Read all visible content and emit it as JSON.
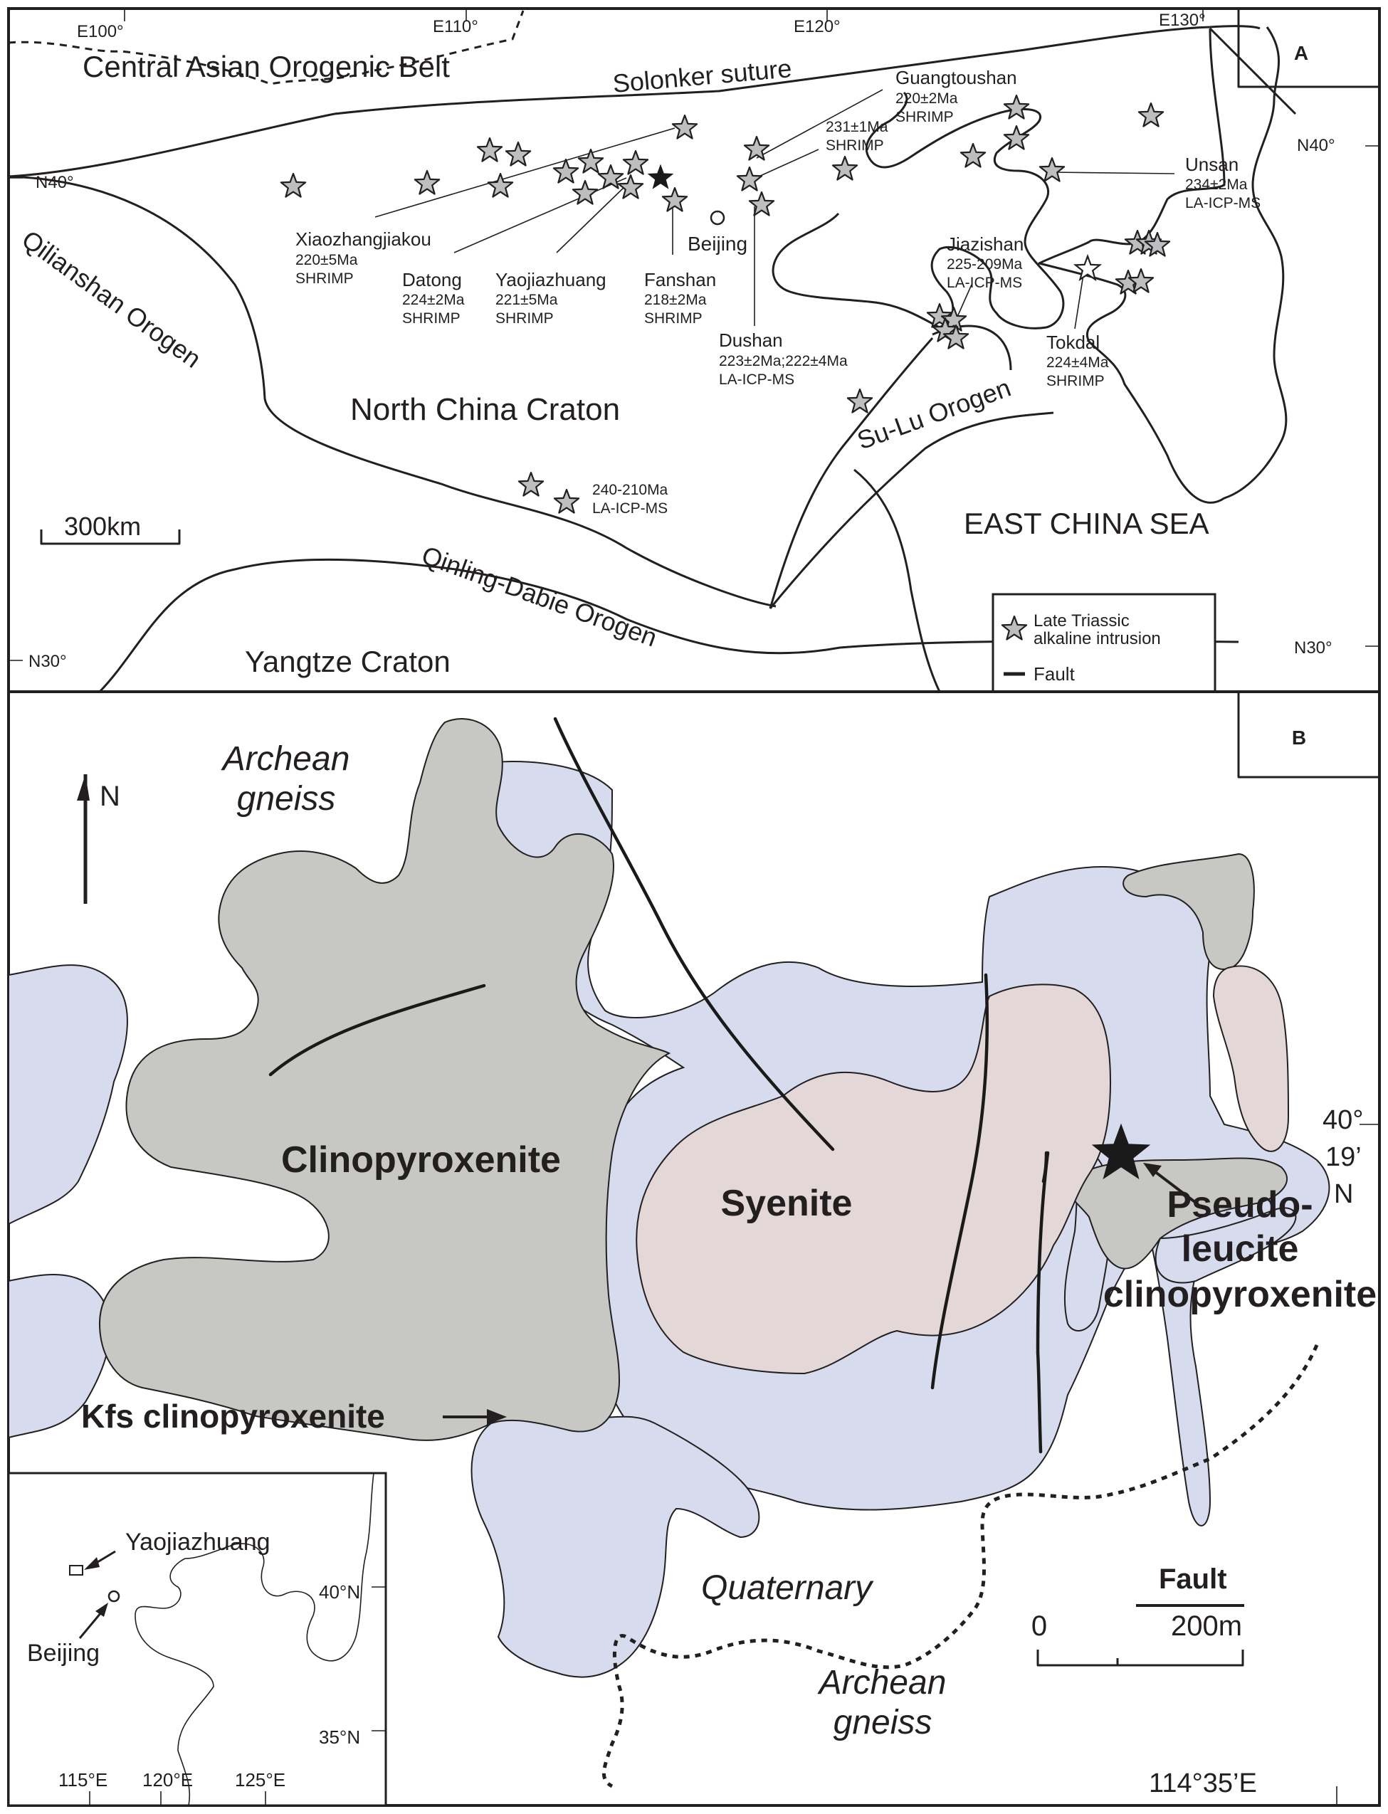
{
  "panelA": {
    "label": "A",
    "longitudes": [
      "E100°",
      "E110°",
      "E120°",
      "E130°"
    ],
    "latitudes": {
      "n40_left": "N40°",
      "n40_right": "N40°",
      "n30_left": "N30°",
      "n30_right": "N30°"
    },
    "regions": {
      "caob": "Central Asian Orogenic Belt",
      "solonker": "Solonker suture",
      "qilian": "Qilianshan Orogen",
      "ncc": "North China Craton",
      "sulu": "Su-Lu Orogen",
      "ecs": "EAST CHINA SEA",
      "qinling": "Qinling-Dabie Orogen",
      "yangtze": "Yangtze Craton",
      "beijing": "Beijing"
    },
    "scale_label": "300km",
    "intrusions": [
      {
        "name": "Xiaozhangjiakou",
        "age": "220±5Ma",
        "method": "SHRIMP"
      },
      {
        "name": "Datong",
        "age": "224±2Ma",
        "method": "SHRIMP"
      },
      {
        "name": "Yaojiazhuang",
        "age": "221±5Ma",
        "method": "SHRIMP"
      },
      {
        "name": "Fanshan",
        "age": "218±2Ma",
        "method": "SHRIMP"
      },
      {
        "name": "Guangtoushan",
        "age": "220±2Ma",
        "method": "SHRIMP"
      },
      {
        "name": "",
        "age": "231±1Ma",
        "method": "SHRIMP"
      },
      {
        "name": "Dushan",
        "age": "223±2Ma;222±4Ma",
        "method": "LA-ICP-MS"
      },
      {
        "name": "Jiazishan",
        "age": "225-209Ma",
        "method": "LA-ICP-MS"
      },
      {
        "name": "Unsan",
        "age": "234±2Ma",
        "method": "LA-ICP-MS"
      },
      {
        "name": "Tokdal",
        "age": "224±4Ma",
        "method": "SHRIMP"
      },
      {
        "name": "",
        "age": "240-210Ma",
        "method": "LA-ICP-MS"
      }
    ],
    "legend": {
      "star_label_1": "Late Triassic",
      "star_label_2": "alkaline intrusion",
      "fault_label": "Fault"
    }
  },
  "panelB": {
    "label": "B",
    "north": "N",
    "units": {
      "archean_top_1": "Archean",
      "archean_top_2": "gneiss",
      "clinopyroxenite": "Clinopyroxenite",
      "syenite": "Syenite",
      "pseudo_1": "Pseudo-",
      "pseudo_2": "leucite",
      "pseudo_3": "clinopyroxenite",
      "kfs": "Kfs clinopyroxenite",
      "quaternary": "Quaternary",
      "archean_bottom_1": "Archean",
      "archean_bottom_2": "gneiss"
    },
    "lat_1": "40°",
    "lat_2": "19’",
    "lat_3": "N",
    "lon": "114°35’E",
    "fault_legend": "Fault",
    "scale": {
      "zero": "0",
      "max": "200m"
    },
    "inset": {
      "site": "Yaojiazhuang",
      "city": "Beijing",
      "lat_40": "40°N",
      "lat_35": "35°N",
      "lon_115": "115°E",
      "lon_120": "120°E",
      "lon_125": "125°E"
    }
  },
  "colors": {
    "clinopyroxenite": "#c7c8c3",
    "kfs_clinopyroxenite": "#d6dced",
    "syenite": "#e4d7d7",
    "line": "#231f20",
    "star_fill": "#bcbec0"
  }
}
